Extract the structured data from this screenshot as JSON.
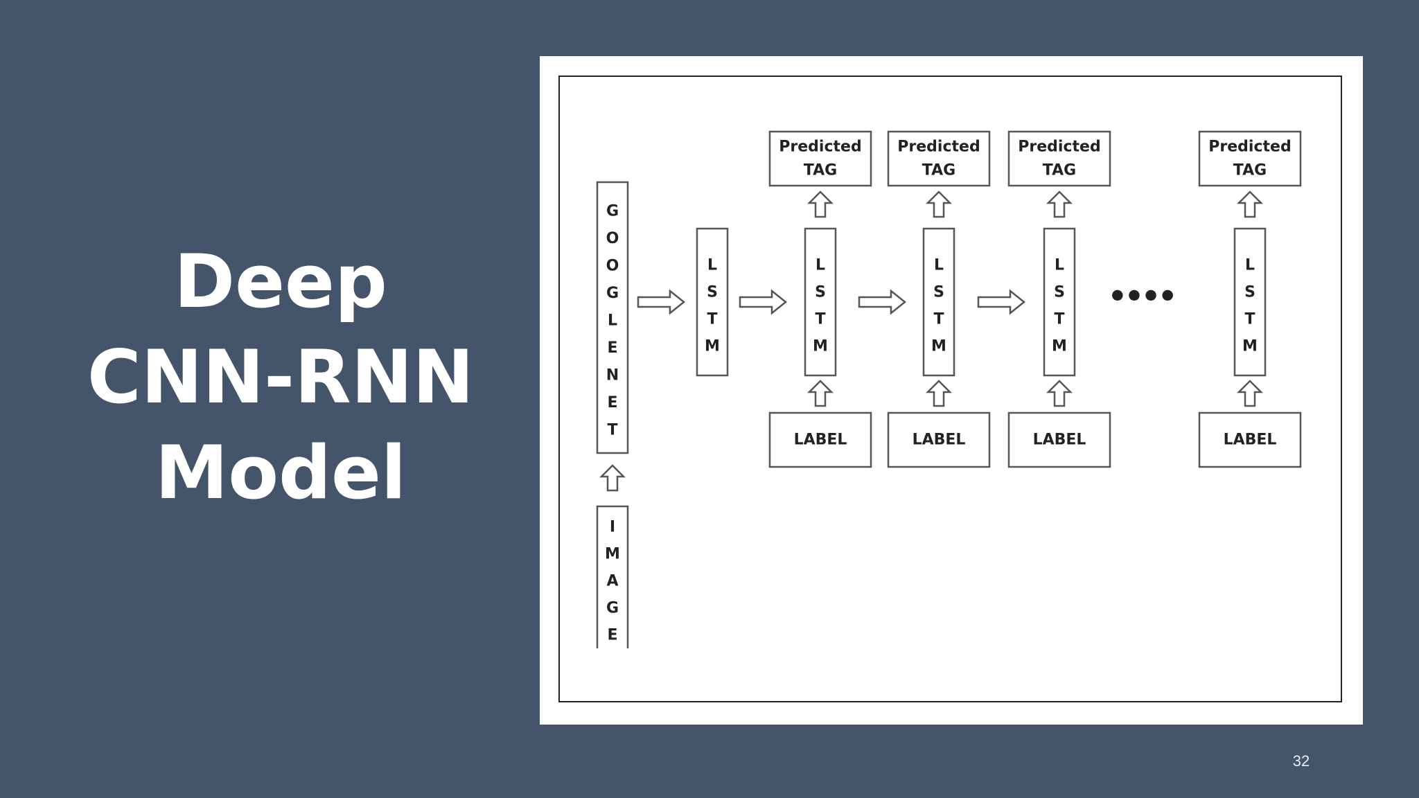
{
  "slide": {
    "title_lines": [
      "Deep",
      "CNN-RNN",
      "Model"
    ],
    "page_number": "32"
  },
  "diagram": {
    "encoder_label": "GOOGLENET",
    "input_label": "IMAGE",
    "first_lstm_label": "LSTM",
    "steps": [
      {
        "lstm": "LSTM",
        "output_line1": "Predicted",
        "output_line2": "TAG",
        "input": "LABEL"
      },
      {
        "lstm": "LSTM",
        "output_line1": "Predicted",
        "output_line2": "TAG",
        "input": "LABEL"
      },
      {
        "lstm": "LSTM",
        "output_line1": "Predicted",
        "output_line2": "TAG",
        "input": "LABEL"
      },
      {
        "lstm": "LSTM",
        "output_line1": "Predicted",
        "output_line2": "TAG",
        "input": "LABEL"
      }
    ],
    "ellipsis": "••••"
  }
}
